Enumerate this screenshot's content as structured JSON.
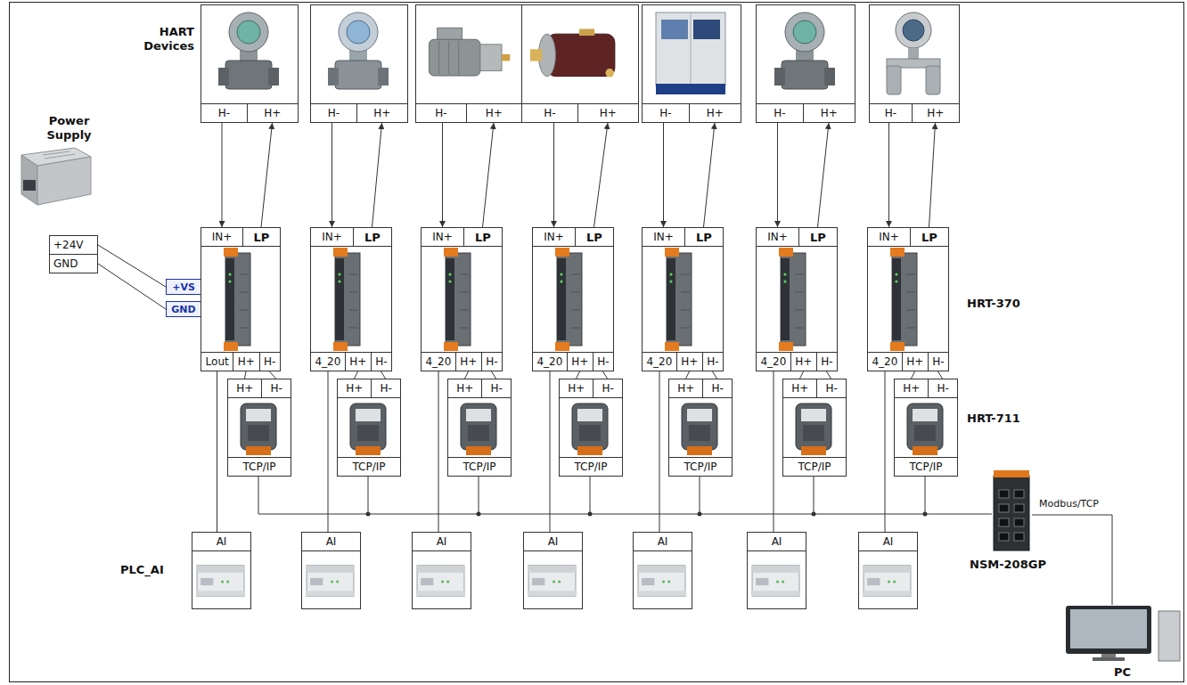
{
  "diagram": {
    "nodes": [
      {
        "text": [
          "H-",
          "H+"
        ]
      },
      {
        "text": [
          "H-",
          "H+"
        ]
      },
      {
        "text": [
          "H-",
          "H+"
        ]
      },
      {
        "text": [
          "H-",
          "H+"
        ]
      },
      {
        "text": [
          "H-",
          "H+"
        ]
      },
      {
        "text": [
          "H-",
          "H+"
        ]
      },
      {
        "text": [
          "H-",
          "H+"
        ]
      },
      {
        "text": [
          "+24V",
          "GND"
        ]
      },
      {
        "text": [
          "+VS"
        ]
      },
      {
        "text": [
          "GND"
        ]
      },
      {
        "text": [
          "IN+",
          "LP",
          "Lout",
          "H+",
          "H-"
        ]
      },
      {
        "text": [
          "IN+",
          "LP",
          "4_20",
          "H+",
          "H-"
        ]
      },
      {
        "text": [
          "IN+",
          "LP",
          "4_20",
          "H+",
          "H-"
        ]
      },
      {
        "text": [
          "IN+",
          "LP",
          "4_20",
          "H+",
          "H-"
        ]
      },
      {
        "text": [
          "IN+",
          "LP",
          "4_20",
          "H+",
          "H-"
        ]
      },
      {
        "text": [
          "IN+",
          "LP",
          "4_20",
          "H+",
          "H-"
        ]
      },
      {
        "text": [
          "IN+",
          "LP",
          "4_20",
          "H+",
          "H-"
        ]
      },
      {
        "text": [
          "H+",
          "H-",
          "TCP/IP"
        ]
      },
      {
        "text": [
          "H+",
          "H-",
          "TCP/IP"
        ]
      },
      {
        "text": [
          "H+",
          "H-",
          "TCP/IP"
        ]
      },
      {
        "text": [
          "H+",
          "H-",
          "TCP/IP"
        ]
      },
      {
        "text": [
          "H+",
          "H-",
          "TCP/IP"
        ]
      },
      {
        "text": [
          "H+",
          "H-",
          "TCP/IP"
        ]
      },
      {
        "text": [
          "H+",
          "H-",
          "TCP/IP"
        ]
      },
      {
        "text": [
          "AI"
        ]
      },
      {
        "text": [
          "AI"
        ]
      },
      {
        "text": [
          "AI"
        ]
      },
      {
        "text": [
          "AI"
        ]
      },
      {
        "text": [
          "AI"
        ]
      },
      {
        "text": [
          "AI"
        ]
      },
      {
        "text": [
          "AI"
        ]
      }
    ],
    "edges": [
      {
        "from": 0,
        "to": 10,
        "arrow": "to"
      },
      {
        "from": 10,
        "to": 0,
        "arrow": "to"
      },
      {
        "from": 10,
        "to": 17,
        "arrow": "none"
      },
      {
        "from": 10,
        "to": 24,
        "arrow": "none"
      },
      {
        "from": 1,
        "to": 11,
        "arrow": "to"
      },
      {
        "from": 11,
        "to": 1,
        "arrow": "to"
      },
      {
        "from": 11,
        "to": 18,
        "arrow": "none"
      },
      {
        "from": 11,
        "to": 25,
        "arrow": "none"
      },
      {
        "from": 2,
        "to": 12,
        "arrow": "to"
      },
      {
        "from": 12,
        "to": 2,
        "arrow": "to"
      },
      {
        "from": 12,
        "to": 19,
        "arrow": "none"
      },
      {
        "from": 12,
        "to": 26,
        "arrow": "none"
      },
      {
        "from": 3,
        "to": 13,
        "arrow": "to"
      },
      {
        "from": 13,
        "to": 3,
        "arrow": "to"
      },
      {
        "from": 13,
        "to": 20,
        "arrow": "none"
      },
      {
        "from": 13,
        "to": 27,
        "arrow": "none"
      },
      {
        "from": 4,
        "to": 14,
        "arrow": "to"
      },
      {
        "from": 14,
        "to": 4,
        "arrow": "to"
      },
      {
        "from": 14,
        "to": 21,
        "arrow": "none"
      },
      {
        "from": 14,
        "to": 28,
        "arrow": "none"
      },
      {
        "from": 5,
        "to": 15,
        "arrow": "to"
      },
      {
        "from": 15,
        "to": 5,
        "arrow": "to"
      },
      {
        "from": 15,
        "to": 22,
        "arrow": "none"
      },
      {
        "from": 15,
        "to": 29,
        "arrow": "none"
      },
      {
        "from": 6,
        "to": 16,
        "arrow": "to"
      },
      {
        "from": 16,
        "to": 6,
        "arrow": "to"
      },
      {
        "from": 16,
        "to": 23,
        "arrow": "none"
      },
      {
        "from": 16,
        "to": 30,
        "arrow": "none"
      },
      {
        "from": 7,
        "to": 8,
        "arrow": "none"
      },
      {
        "from": 7,
        "to": 9,
        "arrow": "none"
      }
    ],
    "labels": [
      "HART Devices",
      "Power Supply",
      "HRT-370",
      "HRT-711",
      "PLC_AI",
      "NSM-208GP",
      "Modbus/TCP",
      "PC"
    ]
  }
}
